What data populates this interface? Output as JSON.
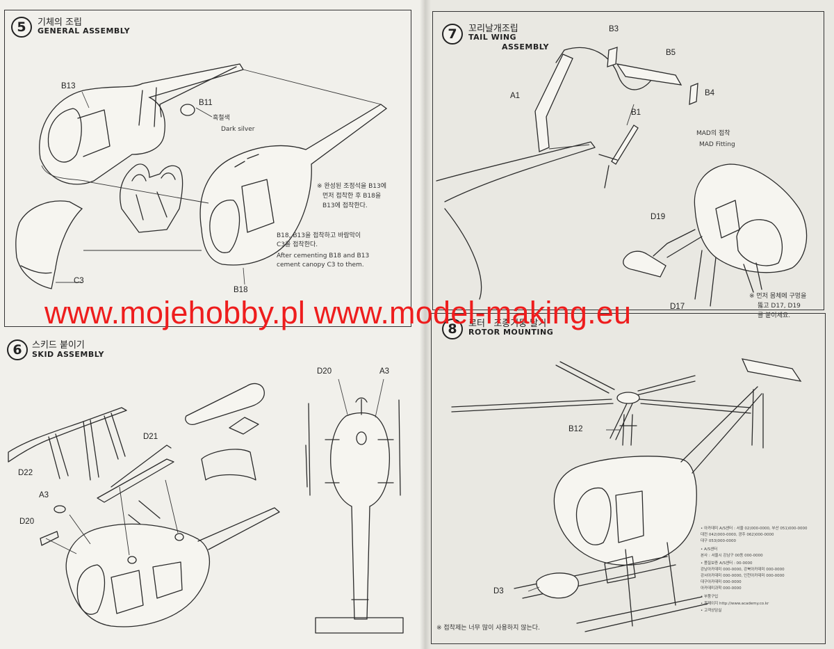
{
  "steps": {
    "s5": {
      "number": "5",
      "title_ko": "기체의 조립",
      "title_en": "GENERAL ASSEMBLY"
    },
    "s6": {
      "number": "6",
      "title_ko": "스키드 붙이기",
      "title_en": "SKID ASSEMBLY"
    },
    "s7": {
      "number": "7",
      "title_ko": "꼬리날개조립",
      "title_en_1": "TAIL WING",
      "title_en_2": "ASSEMBLY"
    },
    "s8": {
      "number": "8",
      "title_ko": "로터 · 조종기둥 달기",
      "title_en": "ROTOR MOUNTING"
    }
  },
  "parts": {
    "b13": "B13",
    "b11": "B11",
    "c3": "C3",
    "b18": "B18",
    "b3": "B3",
    "b5": "B5",
    "a1": "A1",
    "b4": "B4",
    "b1": "B1",
    "d19": "D19",
    "d17": "D17",
    "d22": "D22",
    "d21": "D21",
    "a3": "A3",
    "d20": "D20",
    "d20b": "D20",
    "a3b": "A3",
    "b12": "B12",
    "d3": "D3"
  },
  "notes": {
    "paint_ko": "흑철색",
    "paint_en": "Dark silver",
    "seat_ko_1": "※ 완성된 조정석을 B13에",
    "seat_ko_2": "먼저 접착한 후 B18을",
    "seat_ko_3": "B13에 접착한다.",
    "canopy_ko_1": "B18, B13을 접착하고 바람막이",
    "canopy_ko_2": "C3을 접착한다.",
    "canopy_en_1": "After cementing B18 and B13",
    "canopy_en_2": "cement canopy C3 to them.",
    "mad_ko": "MAD의 접착",
    "mad_en": "MAD Fitting",
    "mad_note_1": "※ 먼저 몸체에 구멍을",
    "mad_note_2": "뚫고 D17, D19",
    "mad_note_3": "를 붙이세요.",
    "glue_note": "※ 접착제는 너무 많이 사용하지 않는다."
  },
  "contact_lines": [
    "• 아카데미 A/S센터 : 서울 02)000-0000, 부산 051)000-0000",
    "  대전 042)000-0000, 광주 062)000-0000",
    "  대구 053)000-0000",
    "• A/S센터",
    "  본사 : 서울시 강남구 00동 000-0000",
    "• 품질보증 A/S센터 : 00-0000",
    "  강남아카데미 000-0000, 강북아카데미 000-0000",
    "  강서아카데미 000-0000, 인천아카데미 000-0000",
    "  대구아카데미 000-0000",
    "  아카데미과학 000-0000",
    "• 부품구입",
    "• 홈페이지 http://www.academy.co.kr",
    "• 고객상담실"
  ],
  "watermark": "www.mojehobby.pl www.model-making.eu"
}
